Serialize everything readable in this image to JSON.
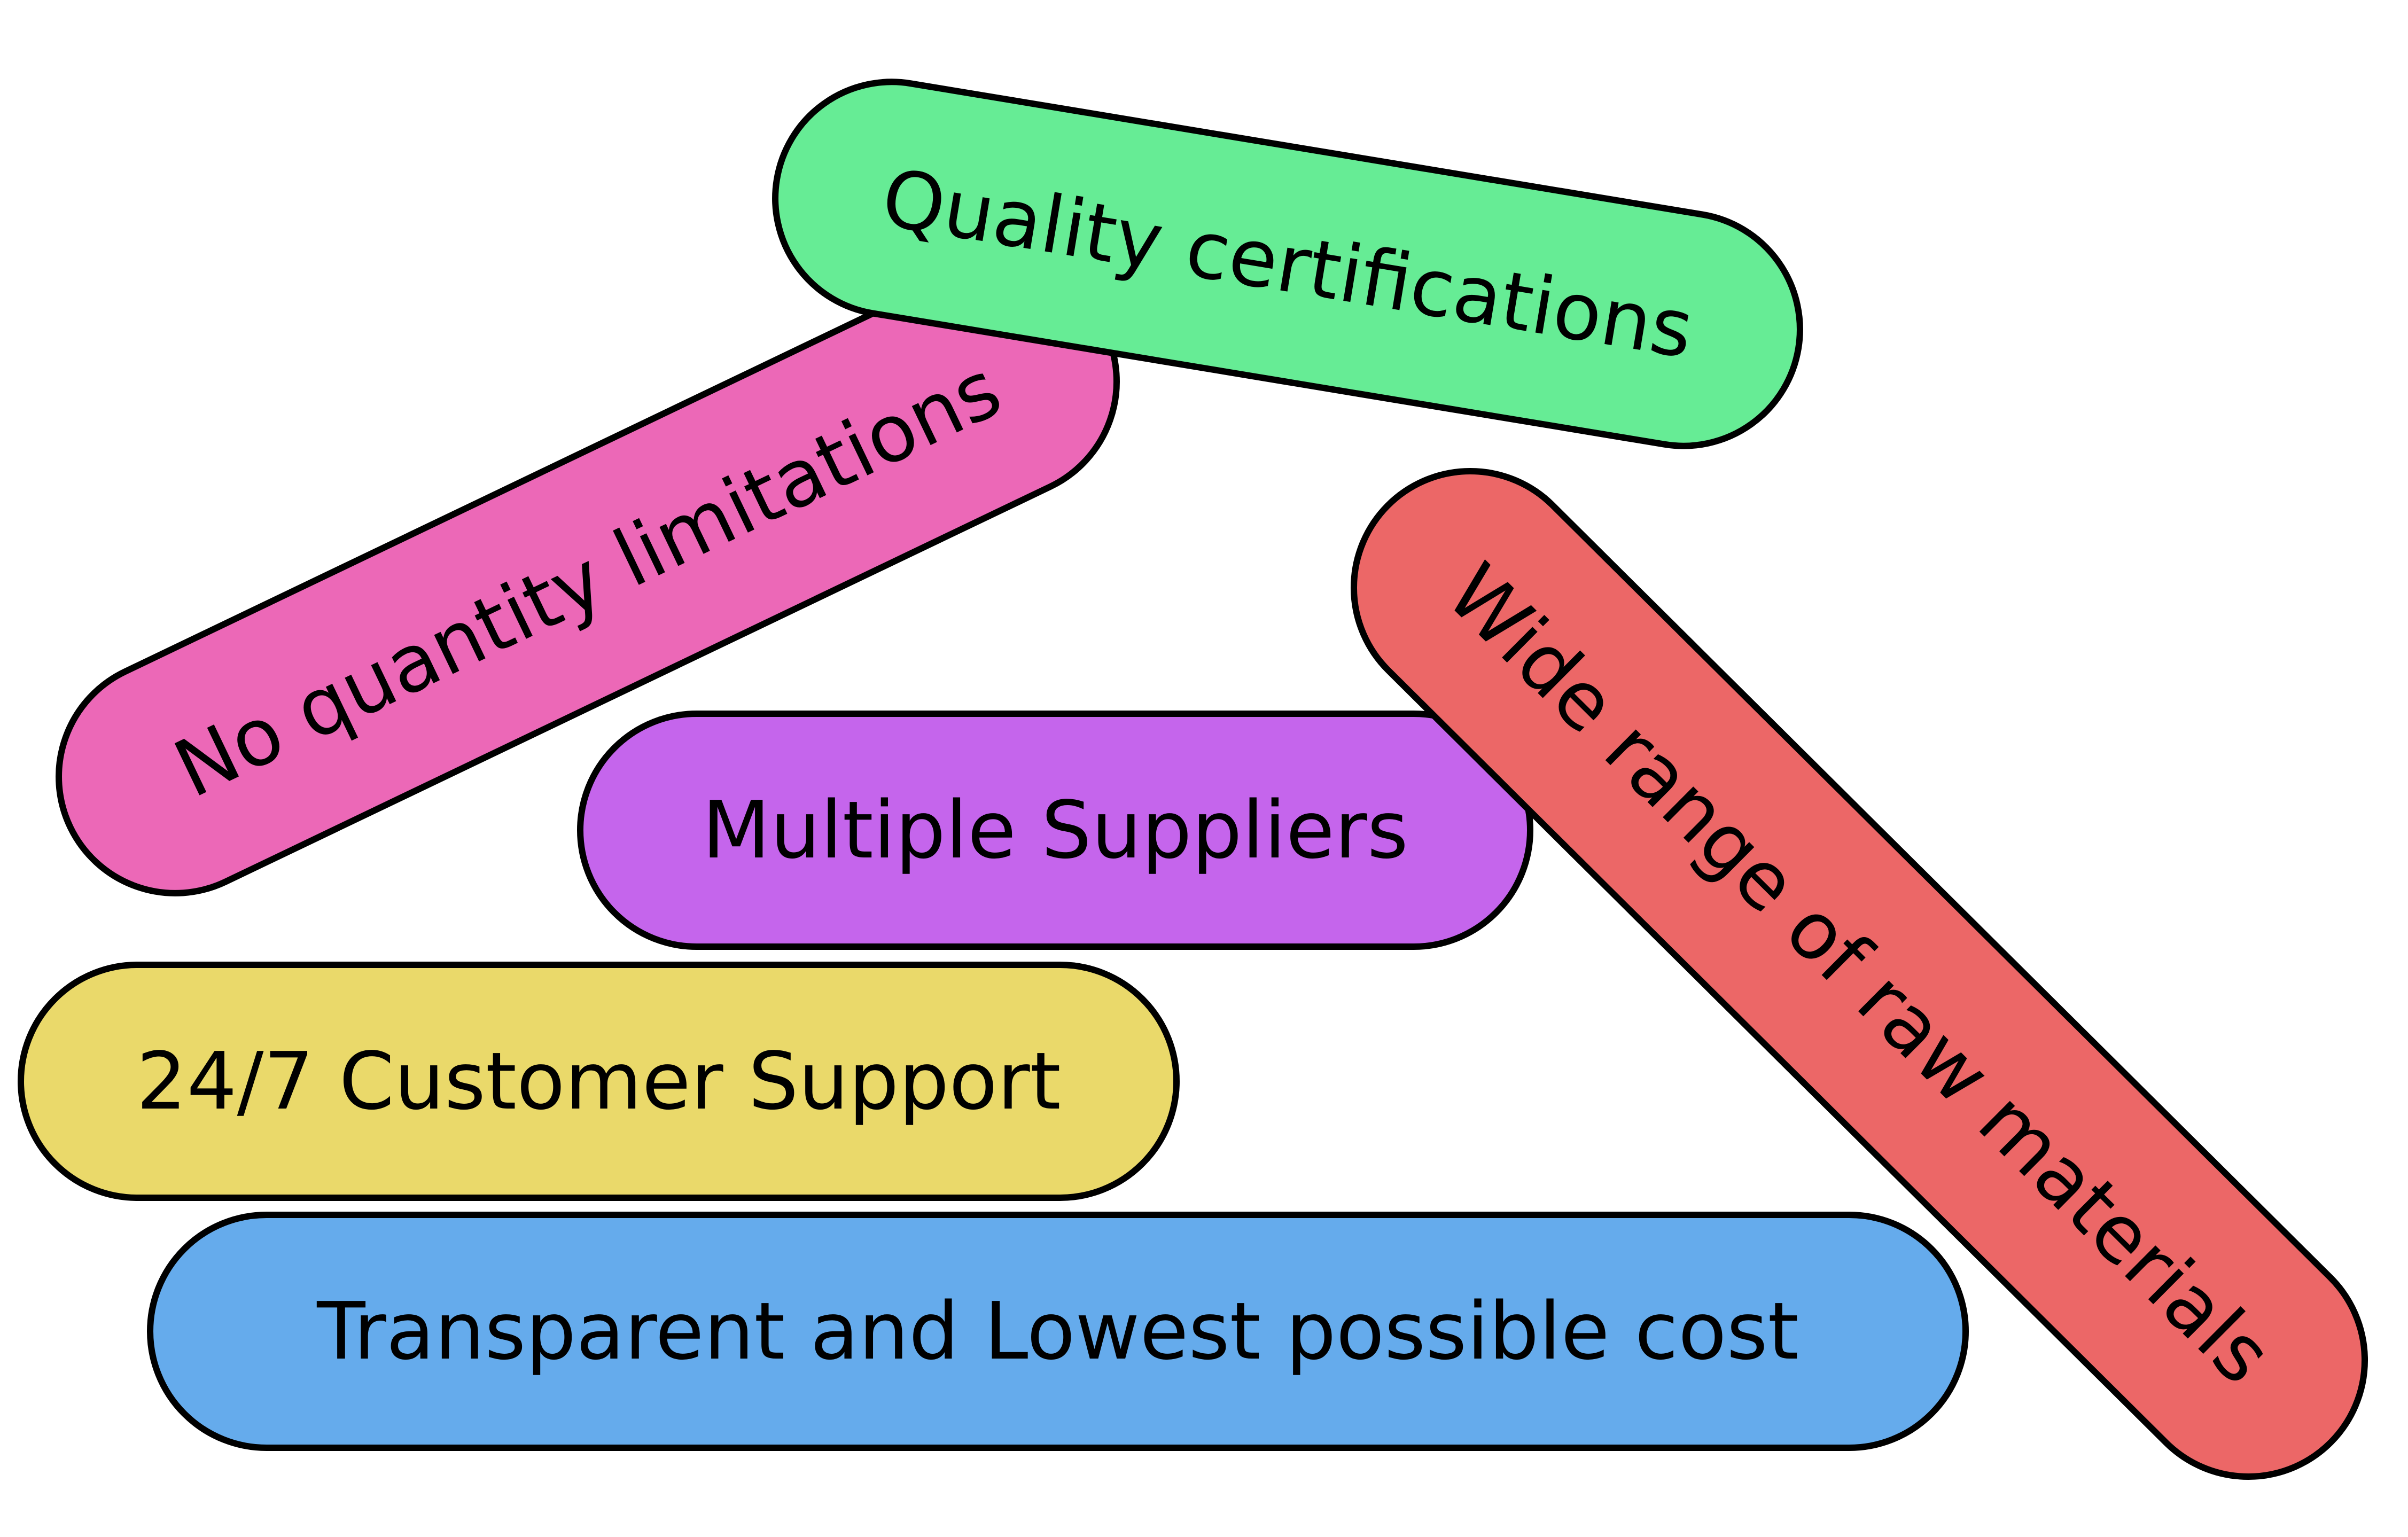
{
  "pills": [
    {
      "label": "Quality certifications",
      "color": "#66ec95"
    },
    {
      "label": "No quantity limitations",
      "color": "#ec68b7"
    },
    {
      "label": "Multiple Suppliers",
      "color": "#c565ec"
    },
    {
      "label": "Wide range of raw materials",
      "color": "#ec6767"
    },
    {
      "label": "24/7 Customer Support",
      "color": "#ead96a"
    },
    {
      "label": "Transparent and Lowest possible cost",
      "color": "#65abec"
    }
  ]
}
